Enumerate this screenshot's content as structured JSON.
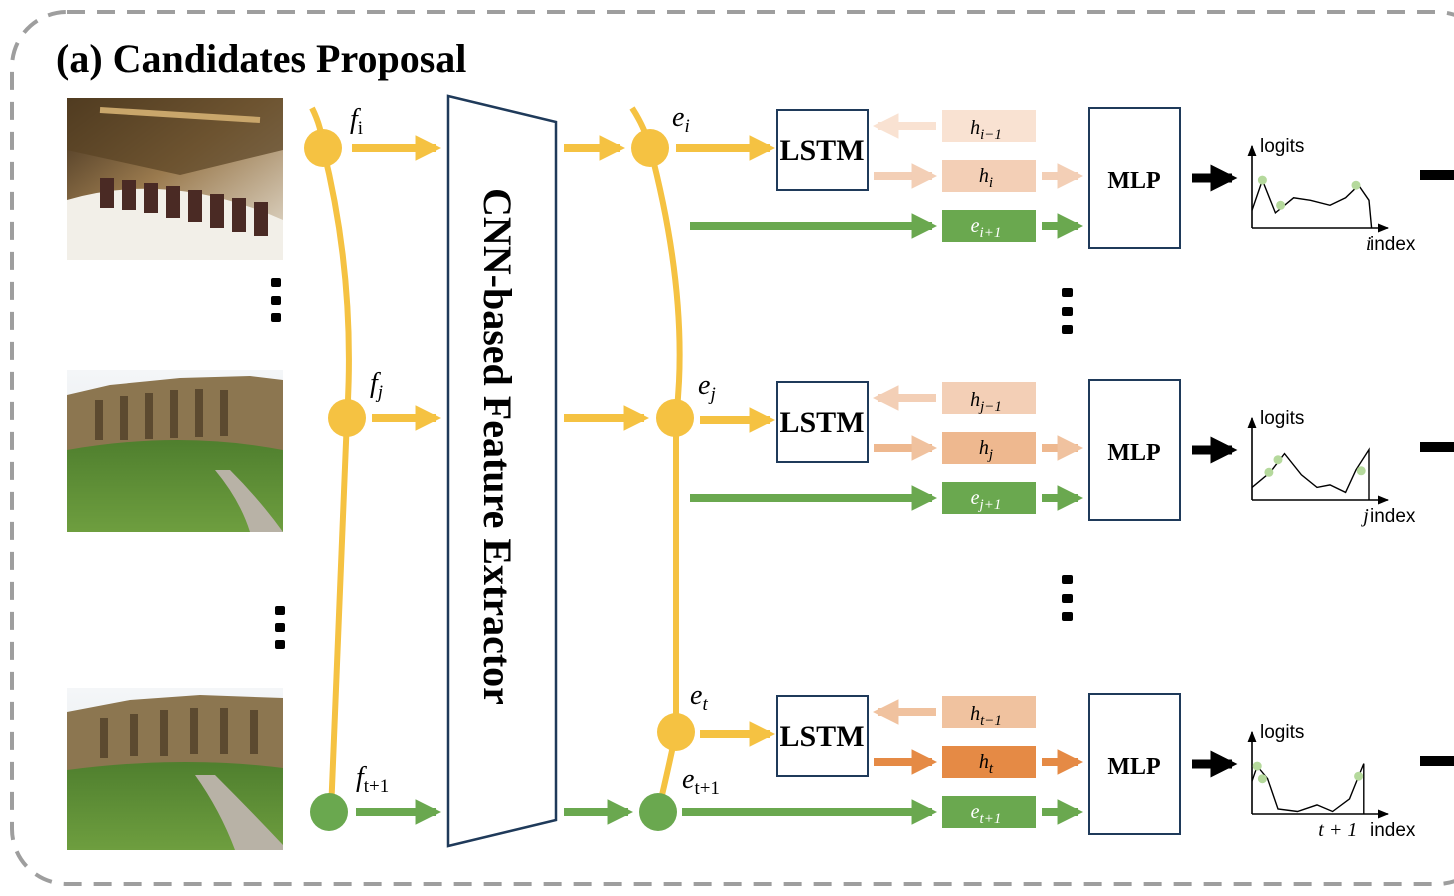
{
  "title": "(a) Candidates Proposal",
  "extractor_label": "CNN-based Feature Extractor",
  "frames": [
    {
      "feature": "f_i",
      "scene": "cloister-chairs"
    },
    {
      "feature": "f_j",
      "scene": "college-lawn"
    },
    {
      "feature": "f_{t+1}",
      "scene": "college-lawn-2"
    }
  ],
  "embeddings": [
    "e_i",
    "e_j",
    "e_t",
    "e_{t+1}"
  ],
  "rows": [
    {
      "lstm": "LSTM",
      "prev": "h_{i−1}",
      "cur": "h_i",
      "next": "e_{i+1}",
      "mlp": "MLP",
      "y_label": "logits",
      "x_label": "index",
      "x_marker": "i"
    },
    {
      "lstm": "LSTM",
      "prev": "h_{j−1}",
      "cur": "h_j",
      "next": "e_{j+1}",
      "mlp": "MLP",
      "y_label": "logits",
      "x_label": "index",
      "x_marker": "j"
    },
    {
      "lstm": "LSTM",
      "prev": "h_{t−1}",
      "cur": "h_t",
      "next": "e_{t+1}",
      "mlp": "MLP",
      "y_label": "logits",
      "x_label": "index",
      "x_marker": "t + 1"
    }
  ],
  "colors": {
    "yellow": "#f5c242",
    "green": "#6aa84f",
    "h_prev": [
      "#f9e2d2",
      "#f3cfb6",
      "#f0c29f"
    ],
    "h_cur": [
      "#f3cfb6",
      "#eeb88f",
      "#e58a45"
    ],
    "dashed_border": "#9e9e9e"
  }
}
